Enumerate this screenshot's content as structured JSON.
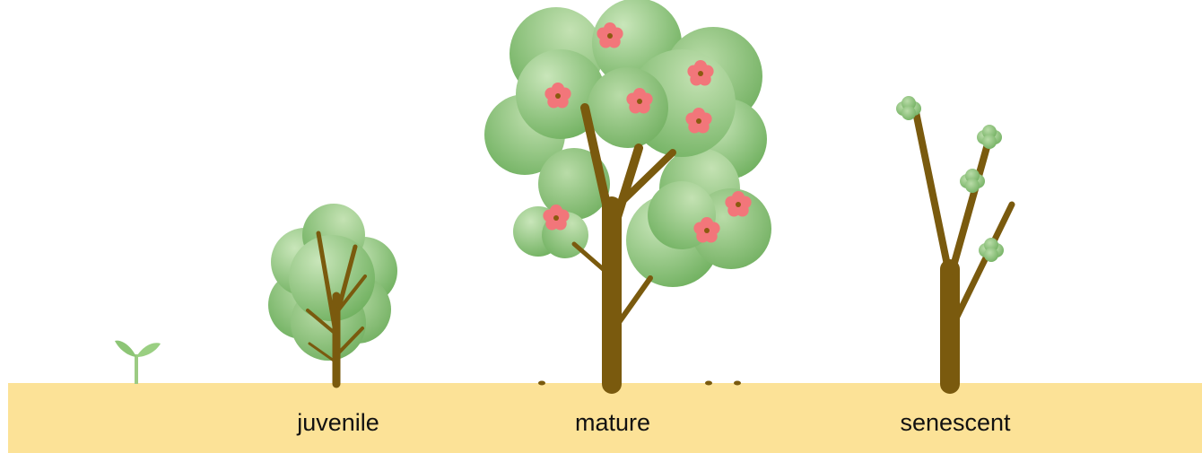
{
  "colors": {
    "ground": "#FCE297",
    "trunk": "#7A5A0E",
    "leaf_light": "#BDDFAE",
    "leaf_dark": "#6FB05E",
    "flower": "#F2767A",
    "flower_center": "#8B5A10"
  },
  "stages": [
    {
      "name": "seedling",
      "label": ""
    },
    {
      "name": "juvenile",
      "label": "juvenile"
    },
    {
      "name": "mature",
      "label": "mature"
    },
    {
      "name": "senescent",
      "label": "senescent"
    }
  ]
}
